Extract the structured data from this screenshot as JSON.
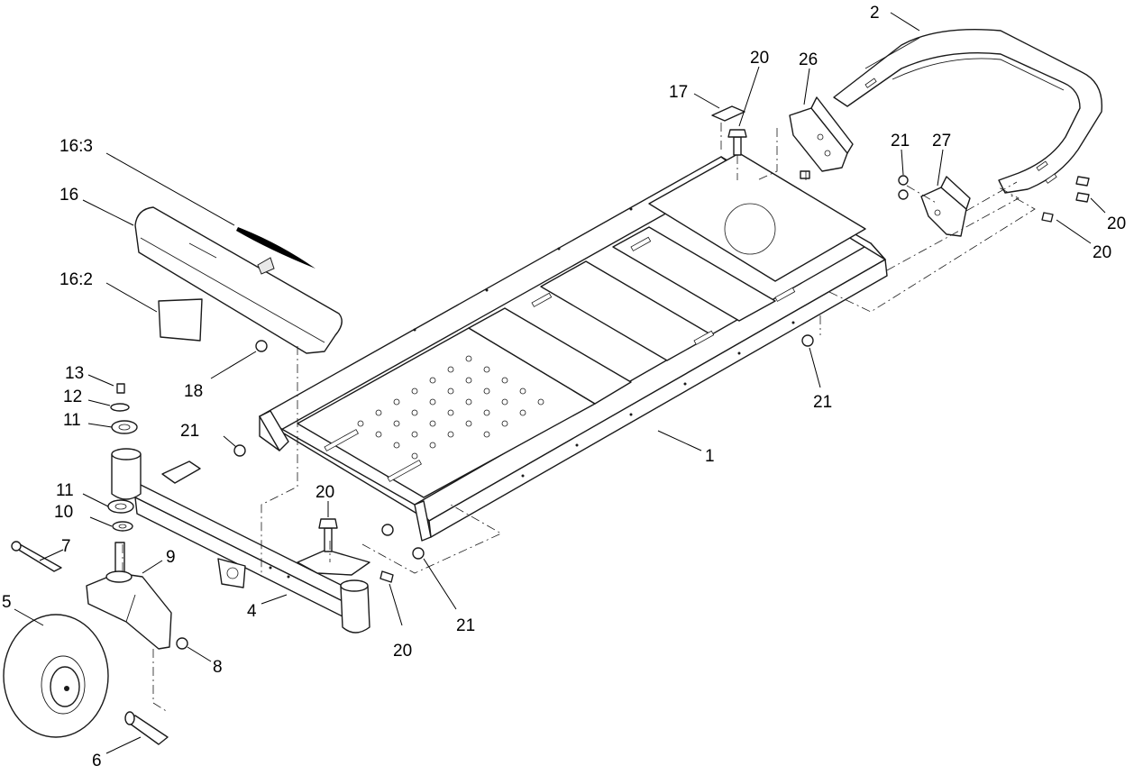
{
  "diagram": {
    "callouts": [
      {
        "id": "c-1",
        "label": "1"
      },
      {
        "id": "c-2",
        "label": "2"
      },
      {
        "id": "c-4",
        "label": "4"
      },
      {
        "id": "c-5",
        "label": "5"
      },
      {
        "id": "c-6",
        "label": "6"
      },
      {
        "id": "c-7",
        "label": "7"
      },
      {
        "id": "c-8",
        "label": "8"
      },
      {
        "id": "c-9",
        "label": "9"
      },
      {
        "id": "c-10",
        "label": "10"
      },
      {
        "id": "c-11a",
        "label": "11"
      },
      {
        "id": "c-11b",
        "label": "11"
      },
      {
        "id": "c-12",
        "label": "12"
      },
      {
        "id": "c-13",
        "label": "13"
      },
      {
        "id": "c-16",
        "label": "16"
      },
      {
        "id": "c-16-2",
        "label": "16:2"
      },
      {
        "id": "c-16-3",
        "label": "16:3"
      },
      {
        "id": "c-17",
        "label": "17"
      },
      {
        "id": "c-18",
        "label": "18"
      },
      {
        "id": "c-20a",
        "label": "20"
      },
      {
        "id": "c-20b",
        "label": "20"
      },
      {
        "id": "c-20c",
        "label": "20"
      },
      {
        "id": "c-20d",
        "label": "20"
      },
      {
        "id": "c-20e",
        "label": "20"
      },
      {
        "id": "c-21a",
        "label": "21"
      },
      {
        "id": "c-21b",
        "label": "21"
      },
      {
        "id": "c-21c",
        "label": "21"
      },
      {
        "id": "c-21d",
        "label": "21"
      },
      {
        "id": "c-26",
        "label": "26"
      },
      {
        "id": "c-27",
        "label": "27"
      }
    ]
  }
}
